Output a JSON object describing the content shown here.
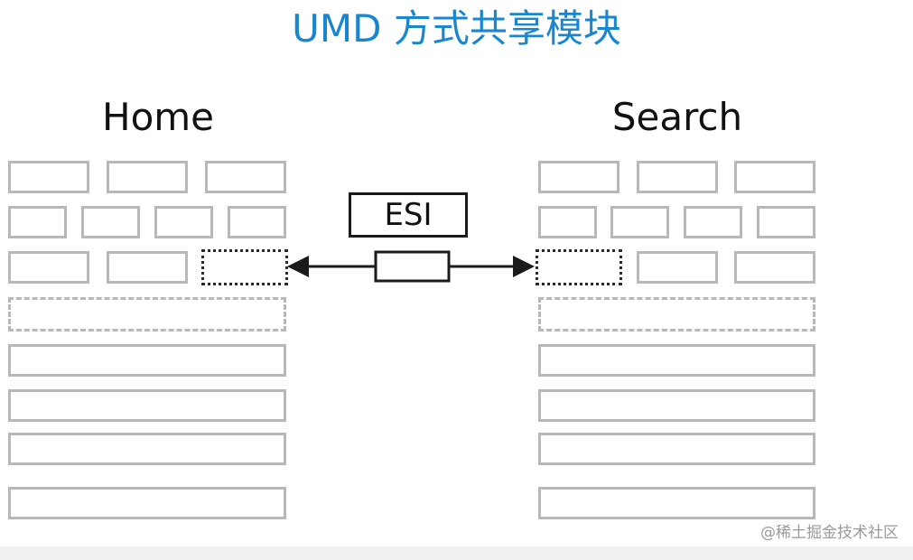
{
  "title": "UMD 方式共享模块",
  "pages": [
    {
      "label": "Home"
    },
    {
      "label": "Search"
    }
  ],
  "esi": {
    "label": "ESI"
  },
  "watermark": "@稀土掘金技术社区",
  "colors": {
    "title": "#1a86cf",
    "box_border": "#b8b8b8",
    "connector": "#1a1a1a",
    "watermark": "#9a9a9a"
  }
}
